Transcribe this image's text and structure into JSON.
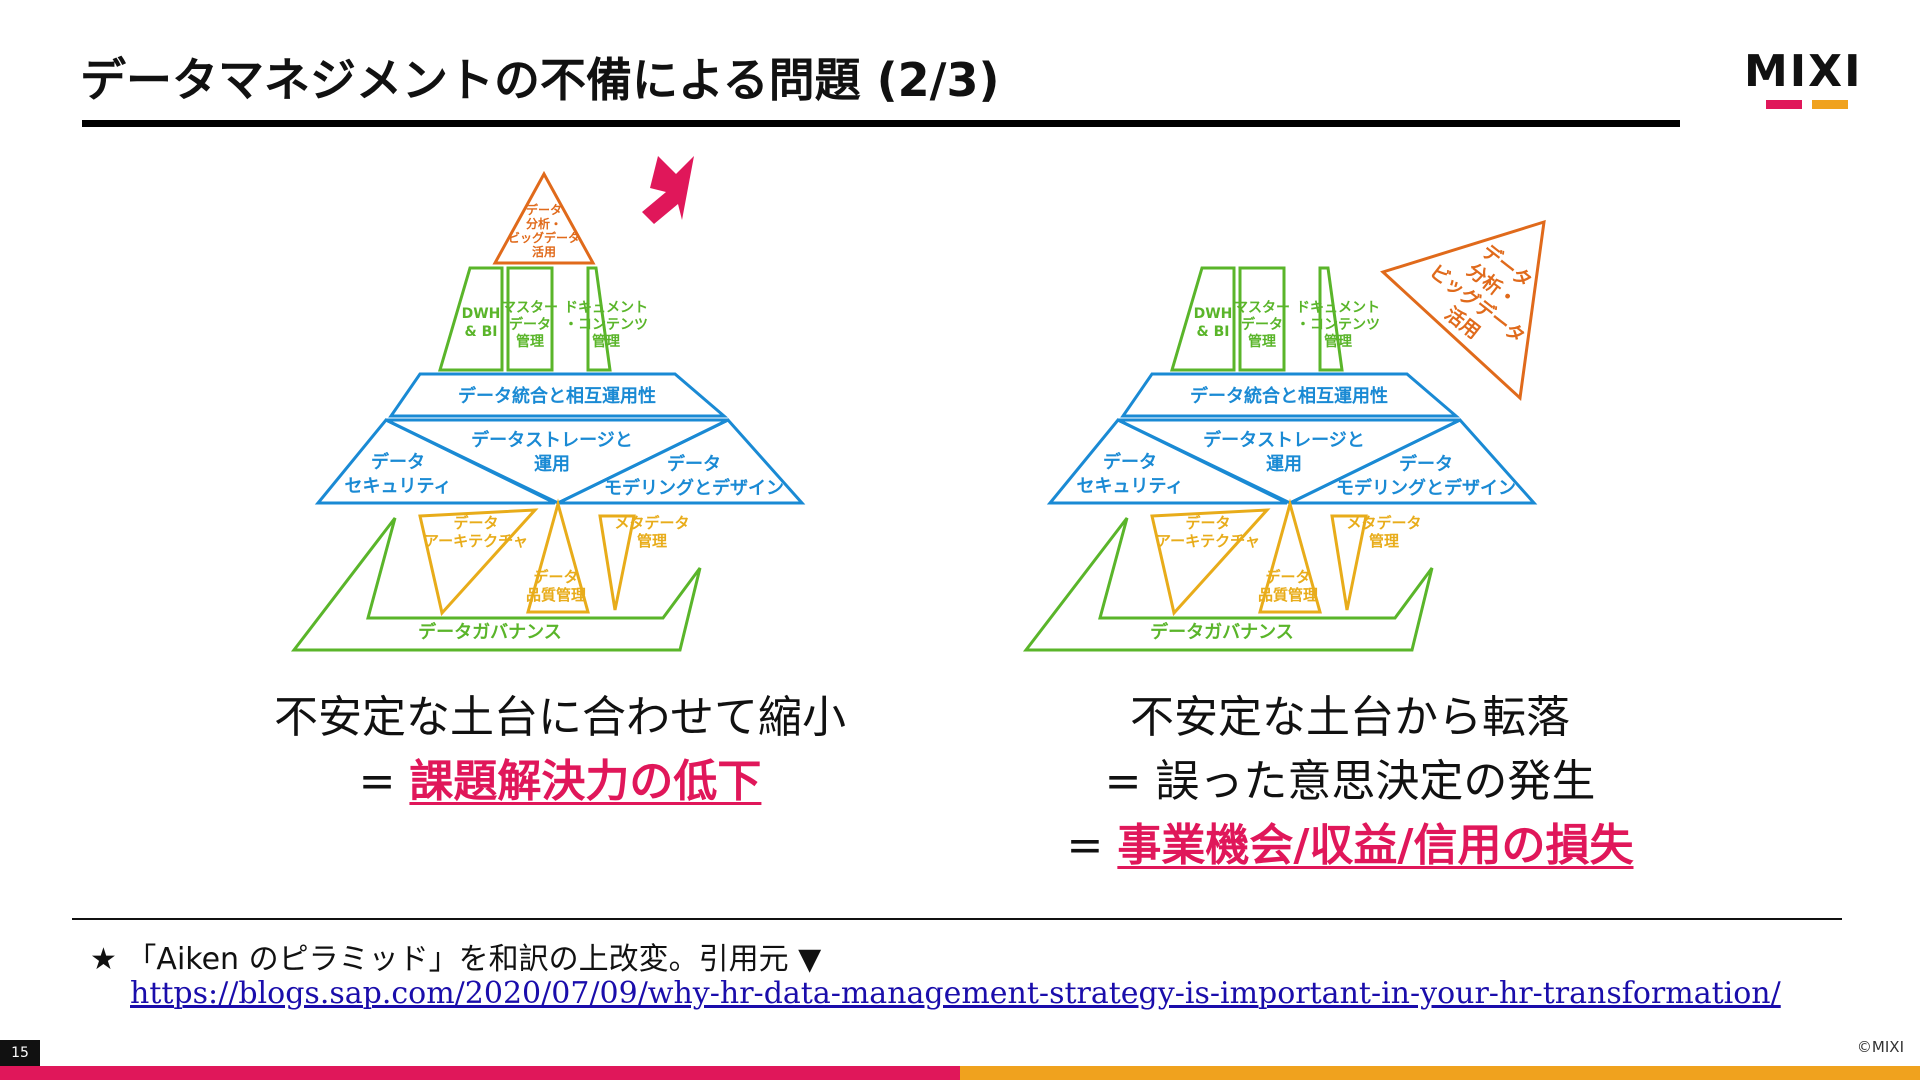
{
  "slide": {
    "title": "データマネジメントの不備による問題 (2/3)",
    "page_number": "15",
    "copyright": "©MIXI"
  },
  "logo": {
    "text": "MIXI"
  },
  "colors": {
    "accent_pink": "#e0175a",
    "accent_orange": "#f0a21e",
    "diagram_orange": "#e06a1b",
    "diagram_green": "#5ab52a",
    "diagram_blue": "#1a8ad4",
    "diagram_yellow": "#e8ac1a",
    "link_blue": "#1a0dab"
  },
  "pyramid": {
    "top": "データ\n分析・\nビッグデータ\n活用",
    "dwh": "DWH\n& BI",
    "master": "マスター\nデータ\n管理",
    "document": "ドキュメント\n・コンテンツ\n管理",
    "integration": "データ統合と相互運用性",
    "storage": "データストレージと\n運用",
    "security": "データ\nセキュリティ",
    "modeling": "データ\nモデリングとデザイン",
    "architecture": "データ\nアーキテクチャ",
    "metadata": "メタデータ\n管理",
    "quality": "データ\n品質管理",
    "governance": "データガバナンス"
  },
  "captions": {
    "left": {
      "line1": "不安定な土台に合わせて縮小",
      "prefix": "= ",
      "highlight": "課題解決力の低下"
    },
    "right": {
      "line1": "不安定な土台から転落",
      "line2": "= 誤った意思決定の発生",
      "prefix": "= ",
      "highlight": "事業機会/収益/信用の損失"
    }
  },
  "footnote": {
    "text": "★ 「Aiken のピラミッド」を和訳の上改変。引用元 ▼",
    "link": "https://blogs.sap.com/2020/07/09/why-hr-data-management-strategy-is-important-in-your-hr-transformation/"
  }
}
